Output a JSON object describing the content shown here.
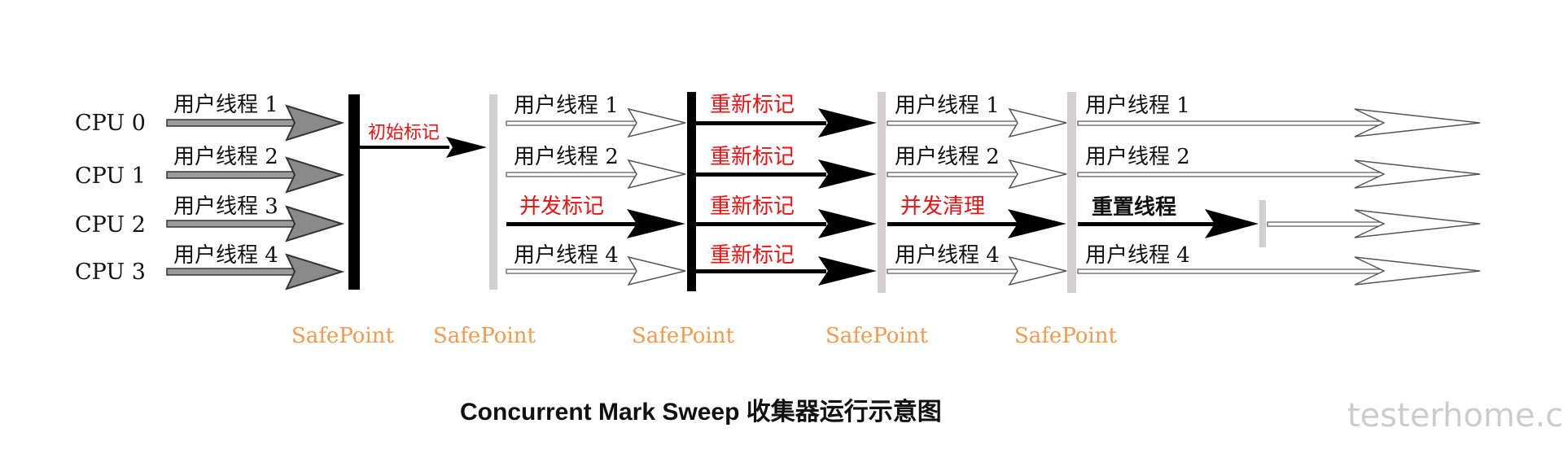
{
  "cpus": [
    "CPU 0",
    "CPU 1",
    "CPU 2",
    "CPU 3"
  ],
  "phase1": {
    "threads": [
      "用户线程 1",
      "用户线程 2",
      "用户线程 3",
      "用户线程 4"
    ],
    "initial_mark": "初始标记"
  },
  "phase2": {
    "row0": "用户线程 1",
    "row1": "用户线程 2",
    "row2": "并发标记",
    "row3": "用户线程 4"
  },
  "phase3": {
    "remark": [
      "重新标记",
      "重新标记",
      "重新标记",
      "重新标记"
    ]
  },
  "phase4": {
    "row0": "用户线程 1",
    "row1": "用户线程 2",
    "row2": "并发清理",
    "row3": "用户线程 4"
  },
  "phase5": {
    "row0": "用户线程 1",
    "row1": "用户线程 2",
    "row2": "重置线程",
    "row3": "用户线程 4"
  },
  "safepoints": [
    "SafePoint",
    "SafePoint",
    "SafePoint",
    "SafePoint",
    "SafePoint"
  ],
  "caption": "Concurrent Mark Sweep 收集器运行示意图",
  "watermark": "testerhome.com",
  "colors": {
    "label_red": "#ee1111",
    "safepoint_orange": "#f29a4a",
    "safepoint_bar": "#d3cfcf",
    "gray_arrow": "#8a8a8a"
  }
}
